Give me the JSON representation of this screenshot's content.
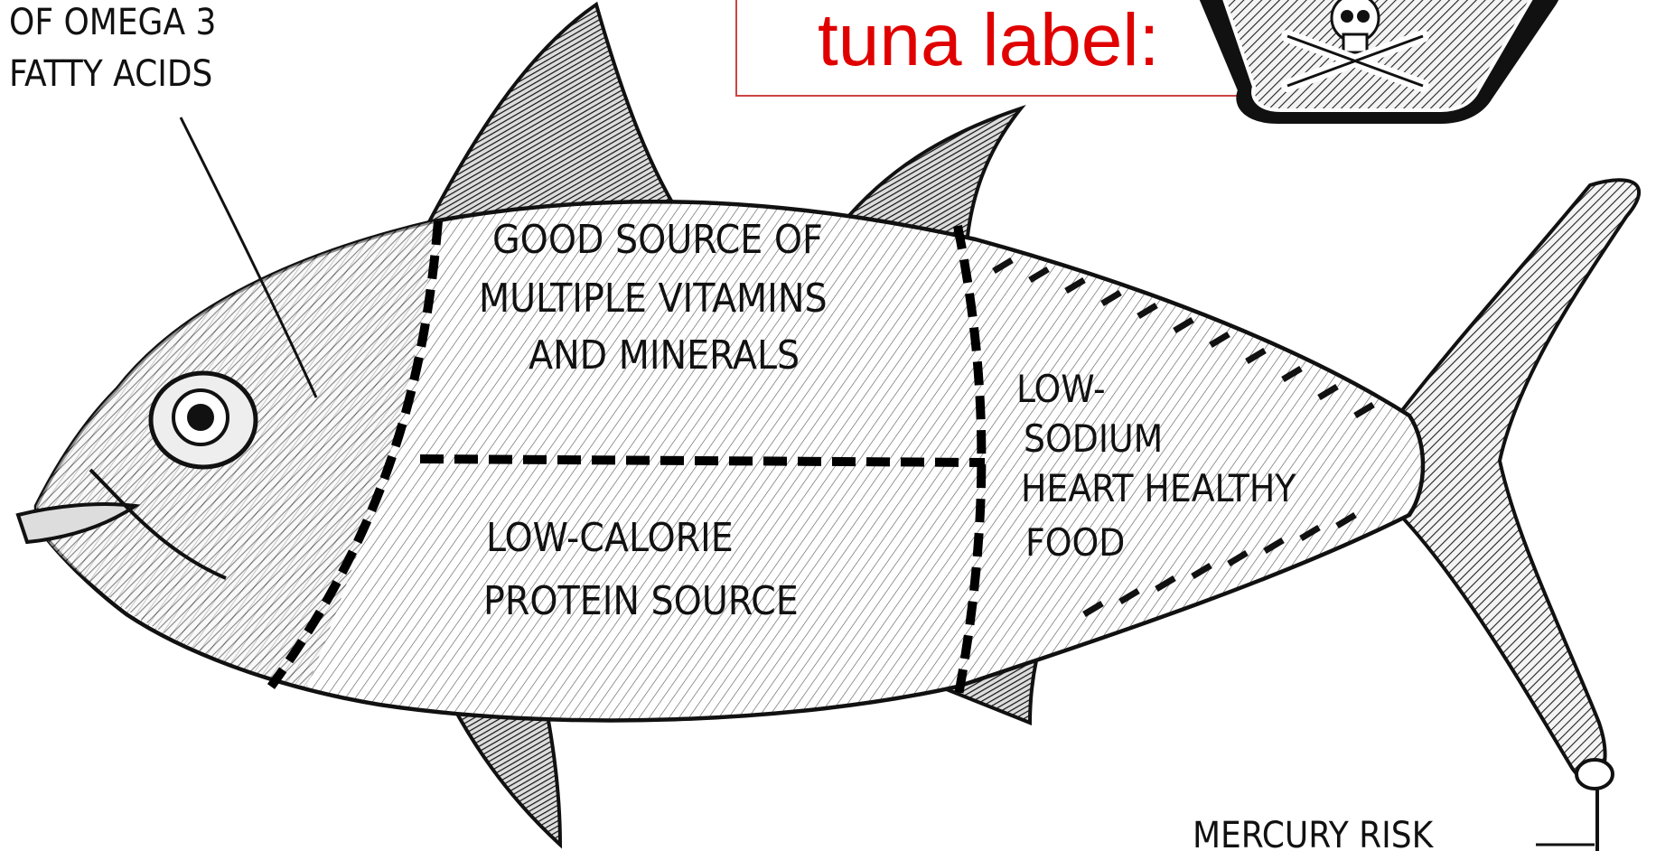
{
  "label_box": {
    "text": "tuna label:"
  },
  "omega": {
    "line1": "OF OMEGA 3",
    "line2": "FATTY ACIDS"
  },
  "vitamins": {
    "line1": "GOOD SOURCE OF",
    "line2": "MULTIPLE VITAMINS",
    "line3": "AND MINERALS"
  },
  "protein": {
    "line1": "LOW-CALORIE",
    "line2": "PROTEIN SOURCE"
  },
  "sodium": {
    "line1": "LOW-",
    "line2": "SODIUM",
    "line3": "HEART HEALTHY",
    "line4": "FOOD"
  },
  "mercury": {
    "text": "MERCURY RISK"
  },
  "icons": {
    "warning": "skull-and-crossbones-icon"
  }
}
